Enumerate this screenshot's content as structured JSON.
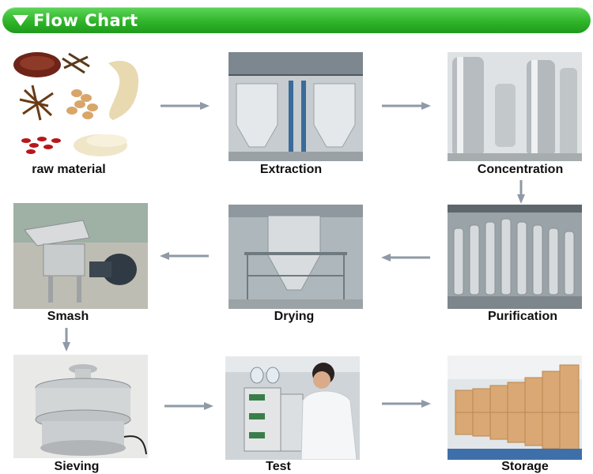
{
  "header": {
    "title": "Flow Chart",
    "color": "#2fb52a"
  },
  "steps": [
    {
      "label": "raw material"
    },
    {
      "label": "Extraction"
    },
    {
      "label": "Concentration"
    },
    {
      "label": "Purification"
    },
    {
      "label": "Drying"
    },
    {
      "label": "Smash"
    },
    {
      "label": "Sieving"
    },
    {
      "label": "Test"
    },
    {
      "label": "Storage"
    }
  ],
  "arrow_color": "#8f9aa6"
}
